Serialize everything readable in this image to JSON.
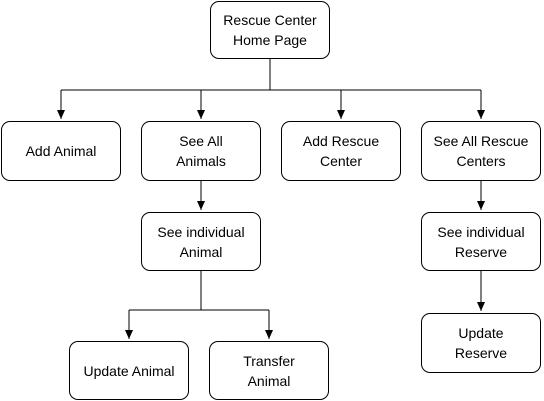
{
  "diagram": {
    "nodes": {
      "home": "Rescue Center\nHome Page",
      "add_animal": "Add Animal",
      "see_all_animals": "See All\nAnimals",
      "add_rescue_center": "Add Rescue\nCenter",
      "see_all_rescue_centers": "See All Rescue\nCenters",
      "see_individual_animal": "See individual\nAnimal",
      "see_individual_reserve": "See individual\nReserve",
      "update_animal": "Update Animal",
      "transfer_animal": "Transfer\nAnimal",
      "update_reserve": "Update\nReserve"
    },
    "edges": [
      {
        "from": "home",
        "to": "add_animal"
      },
      {
        "from": "home",
        "to": "see_all_animals"
      },
      {
        "from": "home",
        "to": "add_rescue_center"
      },
      {
        "from": "home",
        "to": "see_all_rescue_centers"
      },
      {
        "from": "see_all_animals",
        "to": "see_individual_animal"
      },
      {
        "from": "see_individual_animal",
        "to": "update_animal"
      },
      {
        "from": "see_individual_animal",
        "to": "transfer_animal"
      },
      {
        "from": "see_all_rescue_centers",
        "to": "see_individual_reserve"
      },
      {
        "from": "see_individual_reserve",
        "to": "update_reserve"
      }
    ],
    "colors": {
      "stroke": "#000000",
      "fill": "#ffffff",
      "text": "#000000"
    }
  }
}
